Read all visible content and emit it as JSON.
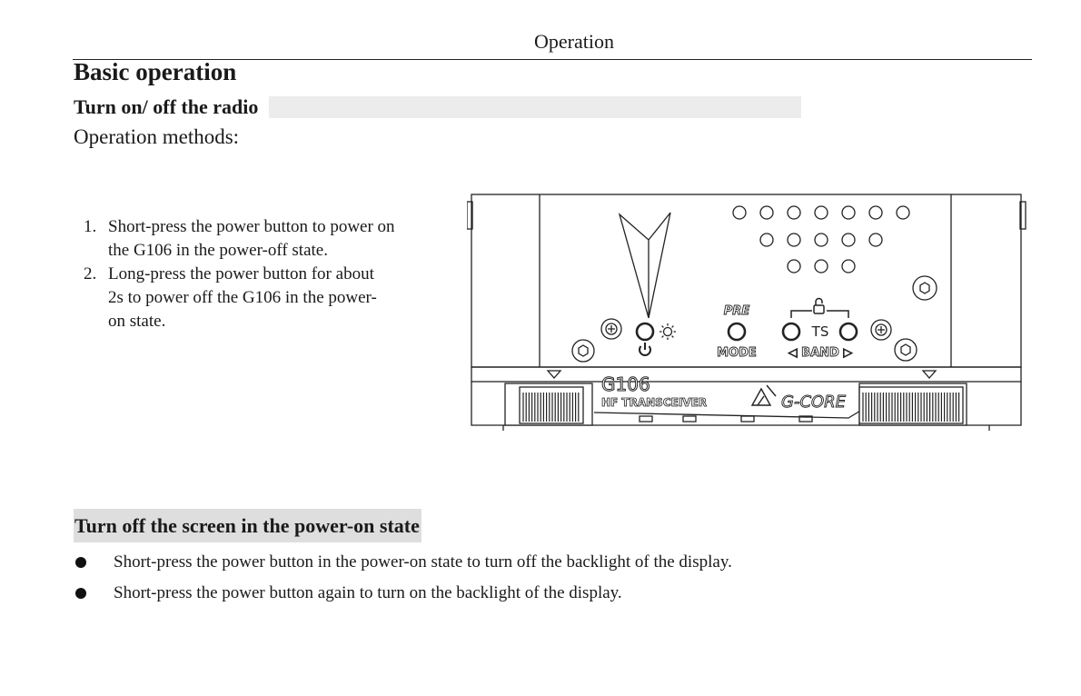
{
  "header": {
    "running_title": "Operation"
  },
  "section": {
    "title": "Basic operation"
  },
  "power_section": {
    "title": "Turn on/ off the radio",
    "methods_label": "Operation methods:",
    "steps": [
      {
        "number": "1.",
        "line1": "Short-press the power button to power on",
        "line2": "the G106 in the power-off state."
      },
      {
        "number": "2.",
        "line1": "Long-press the power button for about",
        "line2": "2s to power off the G106 in the power-",
        "line3": "on state."
      }
    ]
  },
  "device": {
    "model": "G106",
    "subtitle": "HF TRANSCEIVER",
    "brand": "G-CORE",
    "pre_label": "PRE",
    "mode_label": "MODE",
    "ts_label": "TS",
    "band_label": "◁ BAND ▷",
    "icons": [
      "power-icon",
      "brightness-icon",
      "lock-icon",
      "plus-screw-icon",
      "hex-screw-icon"
    ]
  },
  "screen_section": {
    "title": "Turn off the screen in the power-on state",
    "bullets": [
      "Short-press the power button in the power-on state to turn off the backlight of the display.",
      "Short-press the power button again to turn on the backlight of the display."
    ]
  }
}
